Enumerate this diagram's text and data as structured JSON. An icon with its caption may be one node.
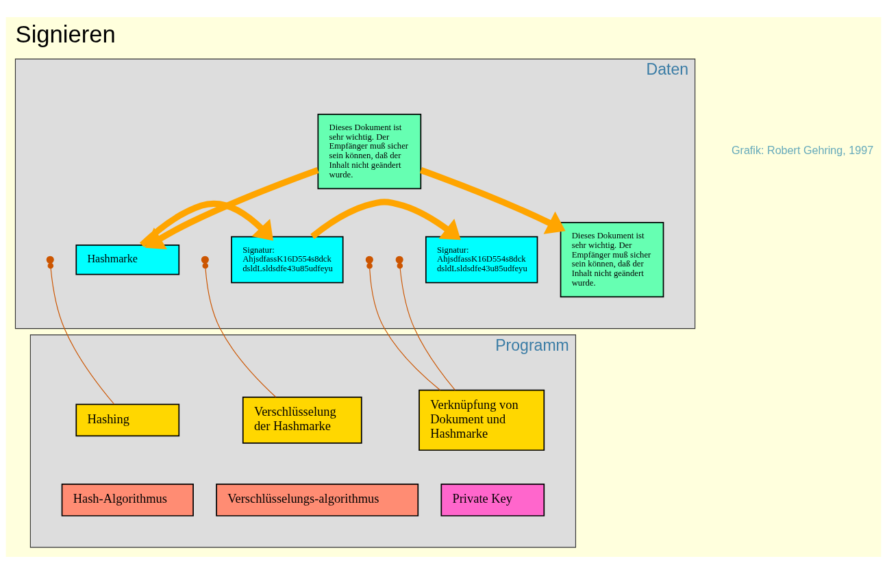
{
  "diagram": {
    "title": "Signieren",
    "nodes": [
      {
        "text": [
          "Daten"
        ]
      },
      {
        "text": [
          "Dieses Dokument ist sehr wichtig. Der Empfänger muß sicher sein können, daß der Inhalt nicht geändert wurde."
        ],
        "in": 0
      },
      {
        "text": [
          "Hashmarke"
        ],
        "in": 0
      },
      {
        "text": [
          "Signatur:",
          "AhjsdfassK16D554s8dck dsldLsldsdfe43u85udfeyu"
        ],
        "in": 0
      },
      {
        "text": [
          "Dieses Dokument ist sehr wichtig. Der Empfänger muß sicher sein können, daß der Inhalt nicht geändert wurde."
        ],
        "in": 0
      },
      {
        "text": [
          "Signatur:",
          "AhjsdfassK16D554s8dck dsldLsldsdfe43u85udfeyu"
        ],
        "in": 0
      },
      {
        "text": [
          "Programm"
        ]
      },
      {
        "text": [
          "Hashing"
        ],
        "in": 6
      },
      {
        "text": [
          "Verschlüsselung der Hashmarke"
        ],
        "in": 6
      },
      {
        "text": [
          "Verknüpfung von Dokument und Hashmarke"
        ],
        "in": 6
      },
      {
        "text": [
          "Hash-Algorithmus"
        ],
        "in": 6
      },
      {
        "text": [
          "Verschlüsselungs-algorithmus"
        ],
        "in": 6
      },
      {
        "text": [
          "Private Key"
        ],
        "in": 6
      }
    ],
    "edges": [
      {
        "from": 1,
        "to": 4,
        "arrow": "to",
        "style": "thick",
        "color": "#ffa500"
      },
      {
        "from": 1,
        "to": 2,
        "arrow": "to",
        "style": "thick",
        "color": "#ffa500"
      },
      {
        "from": 2,
        "to": 3,
        "arrow": "to",
        "style": "thick",
        "color": "#ffa500"
      },
      {
        "from": 3,
        "to": 5,
        "arrow": "to",
        "style": "thick",
        "color": "#ffa500"
      },
      {
        "from": 7,
        "to": null,
        "arrow": "other",
        "color": "#cc5500"
      },
      {
        "from": 8,
        "to": null,
        "arrow": "other",
        "color": "#cc5500"
      },
      {
        "from": 9,
        "to": null,
        "arrow": "other",
        "color": "#cc5500"
      },
      {
        "from": 9,
        "to": null,
        "arrow": "other",
        "color": "#cc5500"
      }
    ],
    "labels": [
      "Grafik: Robert Gehring, 1997"
    ]
  }
}
